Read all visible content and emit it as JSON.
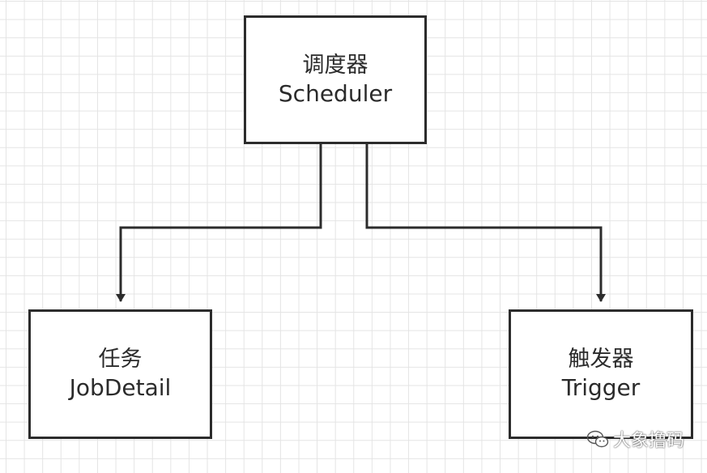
{
  "nodes": {
    "scheduler": {
      "zh": "调度器",
      "en": "Scheduler"
    },
    "jobdetail": {
      "zh": "任务",
      "en": "JobDetail"
    },
    "trigger": {
      "zh": "触发器",
      "en": "Trigger"
    }
  },
  "watermark": {
    "text": "大象撸码",
    "icon": "wechat-icon"
  },
  "colors": {
    "stroke": "#2c2c2c",
    "grid": "#e4e4e4",
    "text": "#2b2b2b",
    "background": "#ffffff"
  }
}
